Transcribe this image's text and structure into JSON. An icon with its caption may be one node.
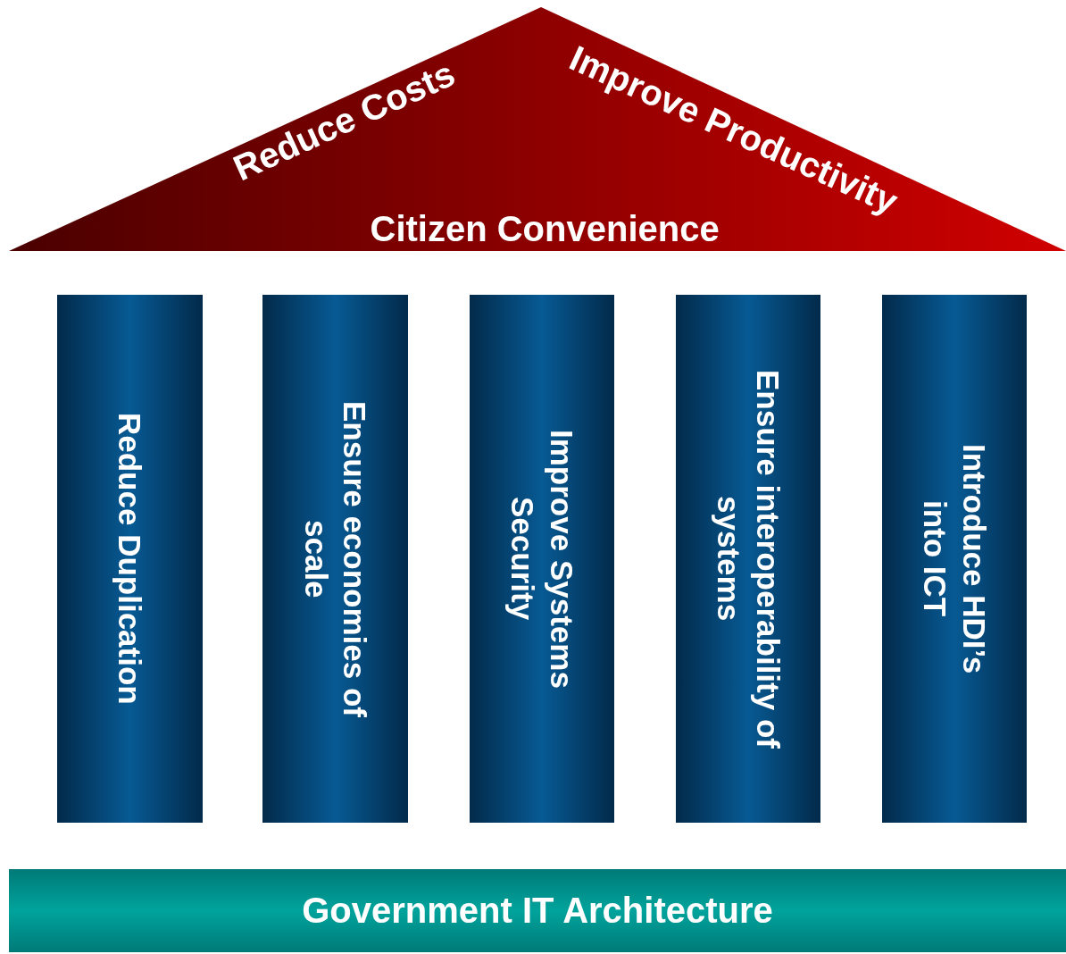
{
  "diagram": {
    "nodes": [
      {
        "text": [
          "Reduce Costs",
          "Improve Productivity",
          "Citizen Convenience"
        ]
      },
      {
        "text": [
          "Reduce Duplication"
        ]
      },
      {
        "text": [
          "Ensure economies of scale"
        ]
      },
      {
        "text": [
          "Improve Systems Security"
        ]
      },
      {
        "text": [
          "Ensure interoperability of systems"
        ]
      },
      {
        "text": [
          "Introduce HDI’s into ICT"
        ]
      },
      {
        "text": [
          "Government IT Architecture"
        ]
      }
    ]
  }
}
